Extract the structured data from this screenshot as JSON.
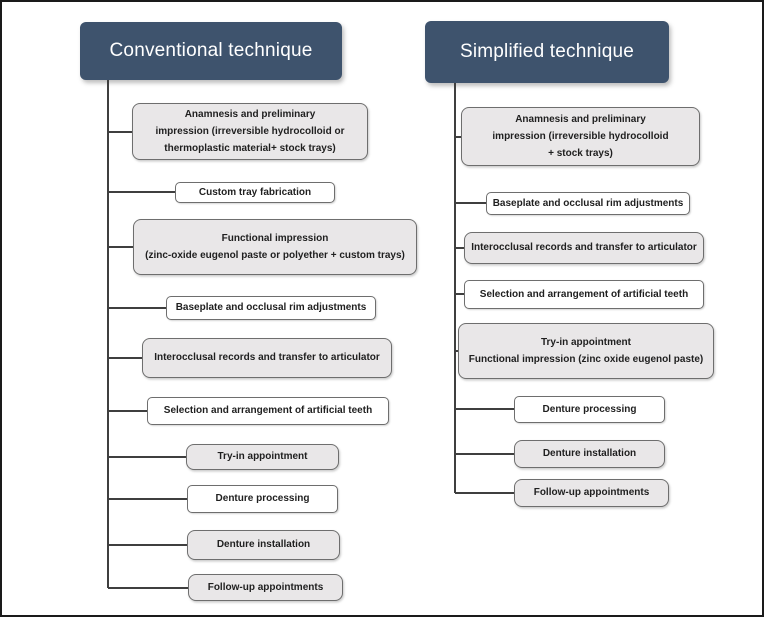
{
  "colors": {
    "background": "#ffffff",
    "frame-border": "#1a1a1a",
    "header-bg": "#3e536d",
    "header-text": "#ffffff",
    "box-gray-bg": "#e9e7e8",
    "box-white-bg": "#ffffff",
    "box-border": "#6e6e6e",
    "label-text": "#1f1f1f",
    "connector": "#3f3f3f"
  },
  "conventional": {
    "title": "Conventional technique",
    "steps": [
      {
        "label": "Anamnesis and preliminary\nimpression (irreversible hydrocolloid or\nthermoplastic material+ stock trays)",
        "fill": "gray"
      },
      {
        "label": "Custom tray fabrication",
        "fill": "white"
      },
      {
        "label": "Functional impression\n(zinc-oxide eugenol paste or polyether + custom trays)",
        "fill": "gray"
      },
      {
        "label": "Baseplate and occlusal rim adjustments",
        "fill": "white"
      },
      {
        "label": "Interocclusal records and transfer to articulator",
        "fill": "gray"
      },
      {
        "label": "Selection and arrangement of artificial teeth",
        "fill": "white"
      },
      {
        "label": "Try-in appointment",
        "fill": "gray"
      },
      {
        "label": "Denture processing",
        "fill": "white"
      },
      {
        "label": "Denture installation",
        "fill": "gray"
      },
      {
        "label": "Follow-up appointments",
        "fill": "gray"
      }
    ]
  },
  "simplified": {
    "title": "Simplified technique",
    "steps": [
      {
        "label": "Anamnesis and preliminary\nimpression (irreversible hydrocolloid\n+ stock trays)",
        "fill": "gray"
      },
      {
        "label": "Baseplate and occlusal rim adjustments",
        "fill": "white"
      },
      {
        "label": "Interocclusal records and transfer to articulator",
        "fill": "gray"
      },
      {
        "label": "Selection and arrangement of artificial teeth",
        "fill": "white"
      },
      {
        "label": "Try-in appointment\nFunctional impression (zinc oxide eugenol paste)",
        "fill": "gray"
      },
      {
        "label": "Denture processing",
        "fill": "white"
      },
      {
        "label": "Denture installation",
        "fill": "gray"
      },
      {
        "label": "Follow-up appointments",
        "fill": "gray"
      }
    ]
  }
}
